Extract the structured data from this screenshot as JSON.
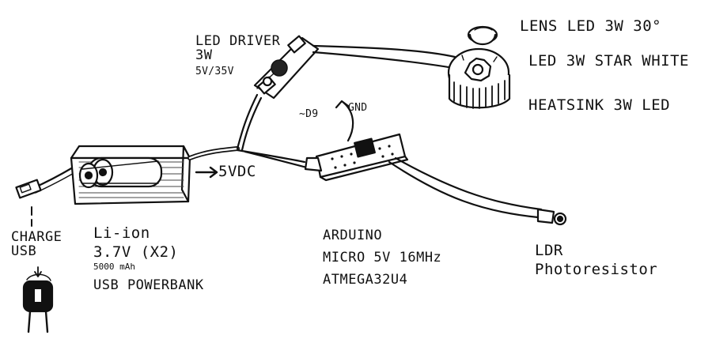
{
  "labels": {
    "lens": "LENS LED 3W 30°",
    "led_star": "LED 3W STAR WHITE",
    "heatsink": "HEATSINK 3W LED",
    "driver": [
      "LED DRIVER",
      "3W",
      "5V/35V"
    ],
    "d9": "~D9",
    "gnd": "GND",
    "five_vdc": "5VDC",
    "charge": [
      "CHARGE",
      "USB"
    ],
    "powerbank": [
      "Li-ion",
      "3.7V (X2)",
      "5000 mAh",
      "USB POWERBANK"
    ],
    "arduino": [
      "ARDUINO",
      "MICRO 5V 16MHz",
      "ATMEGA32U4"
    ],
    "ldr": [
      "LDR",
      "Photoresistor"
    ]
  },
  "colors": {
    "ink": "#111111",
    "paper": "#ffffff"
  },
  "icons": [
    "lens-icon",
    "led-heatsink-icon",
    "led-driver-icon",
    "battery-pack-icon",
    "usb-plug-icon",
    "wall-charger-icon",
    "arduino-board-icon",
    "ldr-icon"
  ]
}
